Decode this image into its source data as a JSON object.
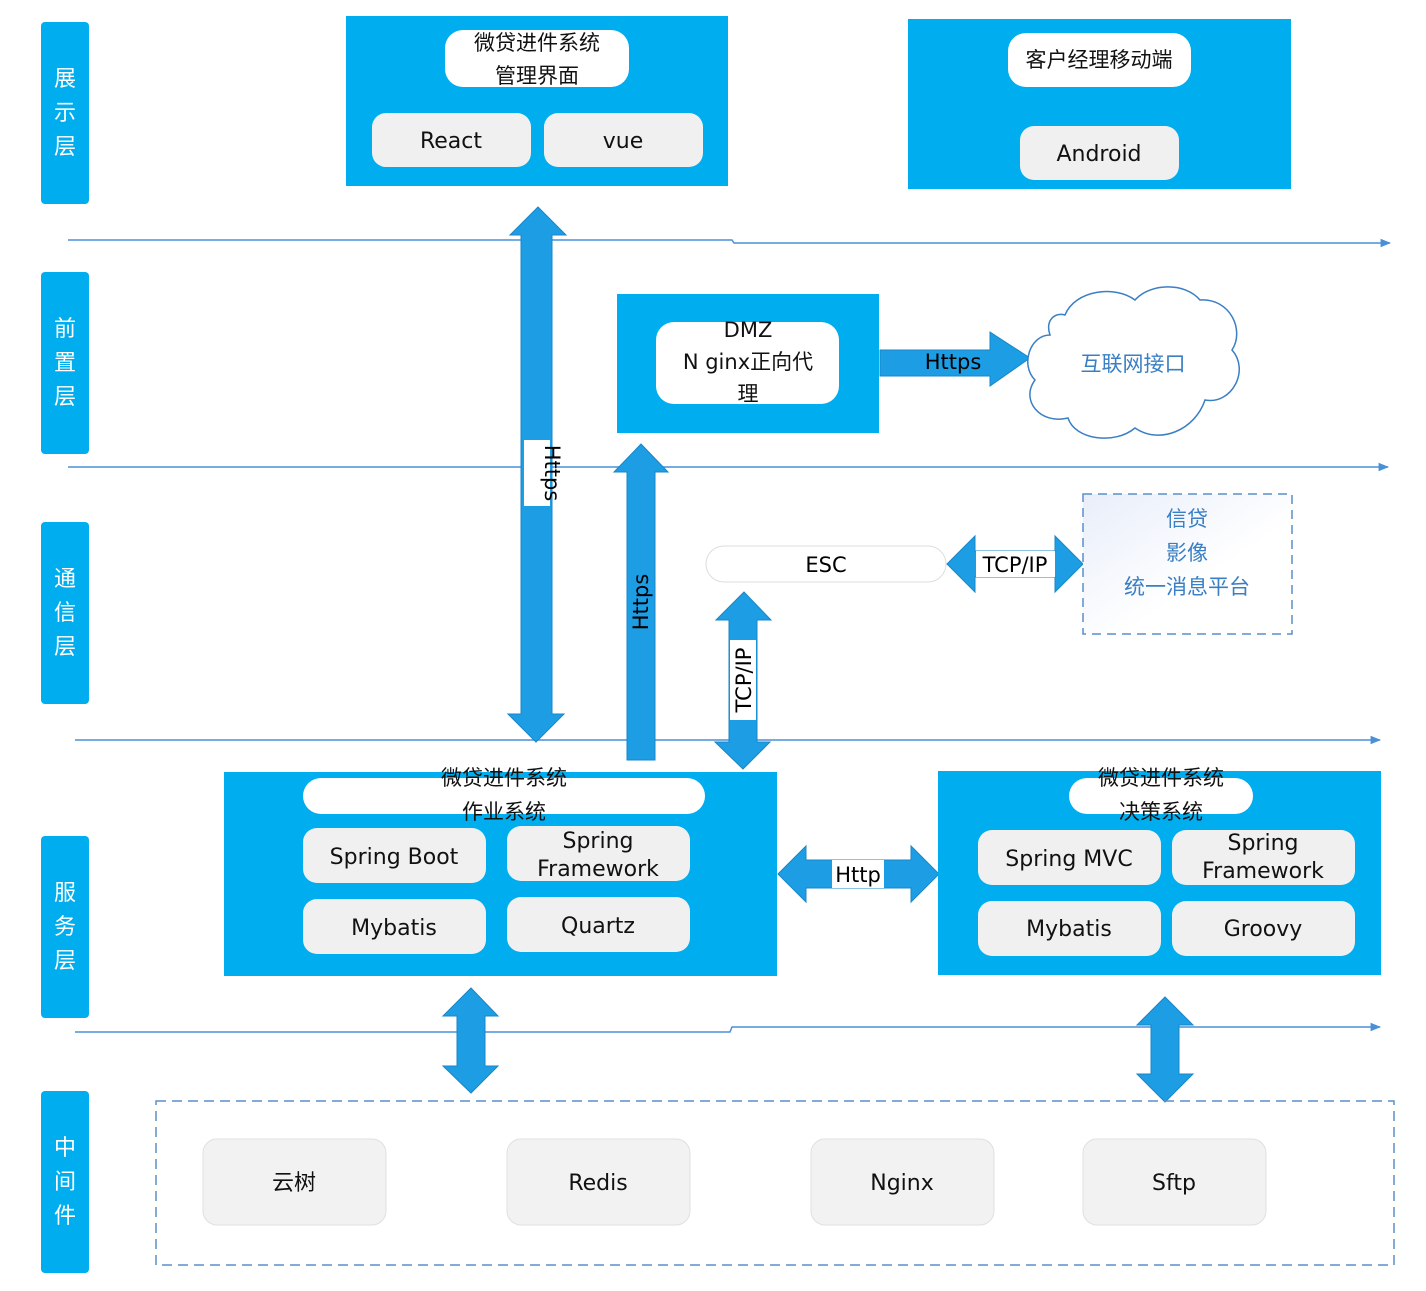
{
  "colors": {
    "accent": "#00aeef",
    "arrow": "#1c9de4",
    "line": "#4a90d9",
    "pill": "#f0f0f0",
    "dashed": "#5b8fc9"
  },
  "layers": [
    "展\n示\n层",
    "前\n置\n层",
    "通\n信\n层",
    "服\n务\n层",
    "中\n间\n件"
  ],
  "presentation": {
    "admin_title": "微贷进件系统\n管理界面",
    "admin_items": [
      "React",
      "vue"
    ],
    "mobile_title": "客户经理移动端",
    "mobile_items": [
      "Android"
    ]
  },
  "front": {
    "dmz_title": "DMZ\nN ginx正向代\n理",
    "internet": "互联网接口"
  },
  "communication": {
    "esc": "ESC",
    "external": "信贷\n影像\n统一消息平台"
  },
  "links": {
    "https": "Https",
    "tcpip": "TCP/IP",
    "http": "Http"
  },
  "service": {
    "ops_title": "微贷进件系统\n作业系统",
    "ops_items": [
      "Spring Boot",
      "Spring\nFramework",
      "Mybatis",
      "Quartz"
    ],
    "decision_title": "微贷进件系统\n决策系统",
    "decision_items": [
      "Spring MVC",
      "Spring\nFramework",
      "Mybatis",
      "Groovy"
    ]
  },
  "middleware": [
    "云树",
    "Redis",
    "Nginx",
    "Sftp"
  ]
}
